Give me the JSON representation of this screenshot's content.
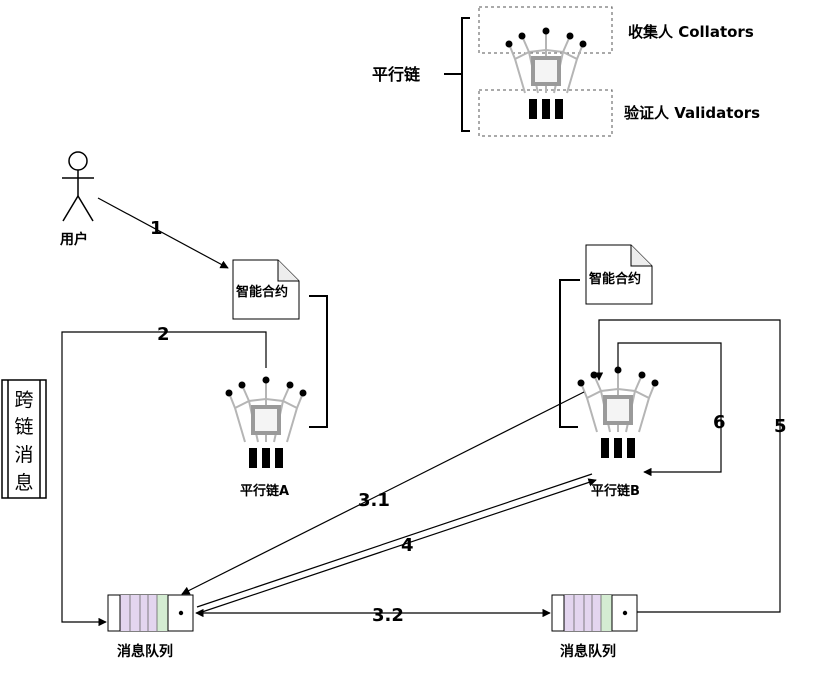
{
  "legend": {
    "parachain": "平行链",
    "collators": "收集人 Collators",
    "validators": "验证人 Validators"
  },
  "user_label": "用户",
  "contract_a": "智能合约",
  "contract_b": "智能合约",
  "chain_a": "平行链A",
  "chain_b": "平行链B",
  "queue_a": "消息队列",
  "queue_b": "消息队列",
  "side_title": [
    "跨",
    "链",
    "消",
    "息"
  ],
  "steps": {
    "s1": "1",
    "s2": "2",
    "s31": "3.1",
    "s32": "3.2",
    "s4": "4",
    "s5": "5",
    "s6": "6"
  },
  "colors": {
    "queue_purple": "#e3d5ef",
    "queue_green": "#d4ecd2",
    "chip_gray": "#9a9a9a",
    "line": "#000000"
  }
}
